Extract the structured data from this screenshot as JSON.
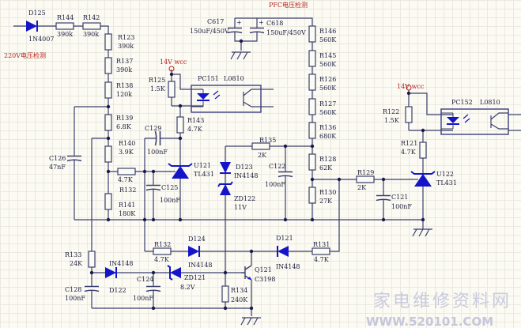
{
  "colors": {
    "wire": "#3a3f6e",
    "component_fill": "#1414c8",
    "label": "#1e2040",
    "note": "#b3261e",
    "watermark": "#c9cbe0"
  },
  "notes": {
    "ac_detect": "220V电压检测",
    "pfc_detect": "PFC电压检测",
    "vcc_left": "14V wcc",
    "vcc_right": "14V wcc"
  },
  "components": {
    "D125": {
      "ref": "D125",
      "value": "1N4007"
    },
    "R144": {
      "ref": "R144",
      "value": "390k"
    },
    "R142": {
      "ref": "R142",
      "value": "390k"
    },
    "R123": {
      "ref": "R123",
      "value": "390k"
    },
    "R137": {
      "ref": "R137",
      "value": "390k"
    },
    "R138": {
      "ref": "R138",
      "value": "120k"
    },
    "R139": {
      "ref": "R139",
      "value": "6.8K"
    },
    "R140": {
      "ref": "R140",
      "value": "3.9K"
    },
    "R132a": {
      "ref": "R132",
      "value": "4.7K"
    },
    "R141": {
      "ref": "R141",
      "value": "180K"
    },
    "C126": {
      "ref": "C126",
      "value": "47nF"
    },
    "C129": {
      "ref": "C129",
      "value": "100nF"
    },
    "C125": {
      "ref": "C125",
      "value": "100nF"
    },
    "R143": {
      "ref": "R143",
      "value": "4.7K"
    },
    "R125": {
      "ref": "R125",
      "value": "1.5K"
    },
    "U121": {
      "ref": "U121",
      "value": "TL431"
    },
    "PC151": {
      "ref": "PC151",
      "value": "L0810"
    },
    "D123": {
      "ref": "D123",
      "value": "IN4148"
    },
    "ZD122": {
      "ref": "ZD122",
      "value": "11V"
    },
    "R135": {
      "ref": "R135",
      "value": "2K"
    },
    "C122": {
      "ref": "C122",
      "value": "100nF"
    },
    "C617": {
      "ref": "C617",
      "value": "150uF/450V"
    },
    "C618": {
      "ref": "C618",
      "value": "150uF/450V"
    },
    "R146": {
      "ref": "R146",
      "value": "560K"
    },
    "R145": {
      "ref": "R145",
      "value": "560K"
    },
    "R126": {
      "ref": "R126",
      "value": "560K"
    },
    "R127": {
      "ref": "R127",
      "value": "560K"
    },
    "R136": {
      "ref": "R136",
      "value": "680K"
    },
    "R128": {
      "ref": "R128",
      "value": "62K"
    },
    "R130": {
      "ref": "R130",
      "value": "27K"
    },
    "R129": {
      "ref": "R129",
      "value": "2K"
    },
    "C121": {
      "ref": "C121",
      "value": "100nF"
    },
    "U122": {
      "ref": "U122",
      "value": "TL431"
    },
    "R122": {
      "ref": "R122",
      "value": "1.5K"
    },
    "R121": {
      "ref": "R121",
      "value": "4.7K"
    },
    "PC152": {
      "ref": "PC152",
      "value": "L0810"
    },
    "R132b": {
      "ref": "R132",
      "value": "4.7K"
    },
    "D124": {
      "ref": "D124",
      "value": "IN4148"
    },
    "R131": {
      "ref": "R131",
      "value": "4.7K"
    },
    "D121": {
      "ref": "D121",
      "value": "IN4148"
    },
    "R133": {
      "ref": "R133",
      "value": "24K"
    },
    "D122": {
      "ref": "D122",
      "value": "IN4148"
    },
    "C128": {
      "ref": "C128",
      "value": "100nF"
    },
    "C124": {
      "ref": "C124",
      "value": "100nF"
    },
    "ZD121": {
      "ref": "ZD121",
      "value": "8.2V"
    },
    "Q121": {
      "ref": "Q121",
      "value": "C3198"
    },
    "R134": {
      "ref": "R134",
      "value": "240K"
    }
  },
  "watermark": {
    "site_name": "家电维修资料网",
    "url": "WWW.520101.COM"
  }
}
